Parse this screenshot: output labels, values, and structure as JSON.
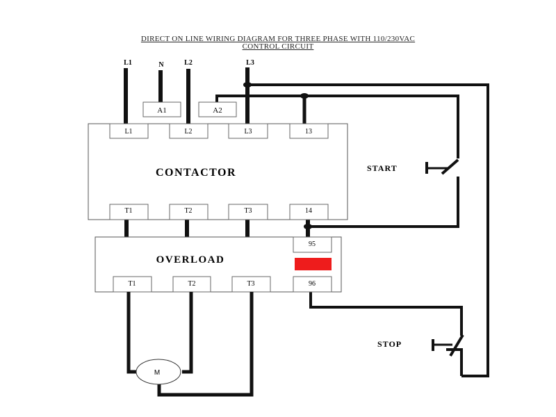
{
  "title": {
    "line1": "DIRECT ON LINE WIRING DIAGRAM FOR THREE PHASE WITH 110/230VAC",
    "line2": "CONTROL CIRCUIT"
  },
  "supply_lines": {
    "l1": "L1",
    "n": "N",
    "l2": "L2",
    "l3": "L3"
  },
  "coil_terminals": {
    "a1": "A1",
    "a2": "A2"
  },
  "contactor": {
    "label": "CONTACTOR",
    "top_terminals": [
      "L1",
      "L2",
      "L3",
      "13"
    ],
    "bottom_terminals": [
      "T1",
      "T2",
      "T3",
      "14"
    ]
  },
  "overload": {
    "label": "OVERLOAD",
    "aux_top": "95",
    "aux_bottom": "96",
    "bottom_terminals": [
      "T1",
      "T2",
      "T3"
    ],
    "indicator_color": "#ee1c1c"
  },
  "start_button": {
    "label": "START"
  },
  "stop_button": {
    "label": "STOP"
  },
  "motor": {
    "label": "M"
  },
  "colors": {
    "wire": "#111111",
    "box_border": "#555555",
    "background": "#ffffff"
  }
}
